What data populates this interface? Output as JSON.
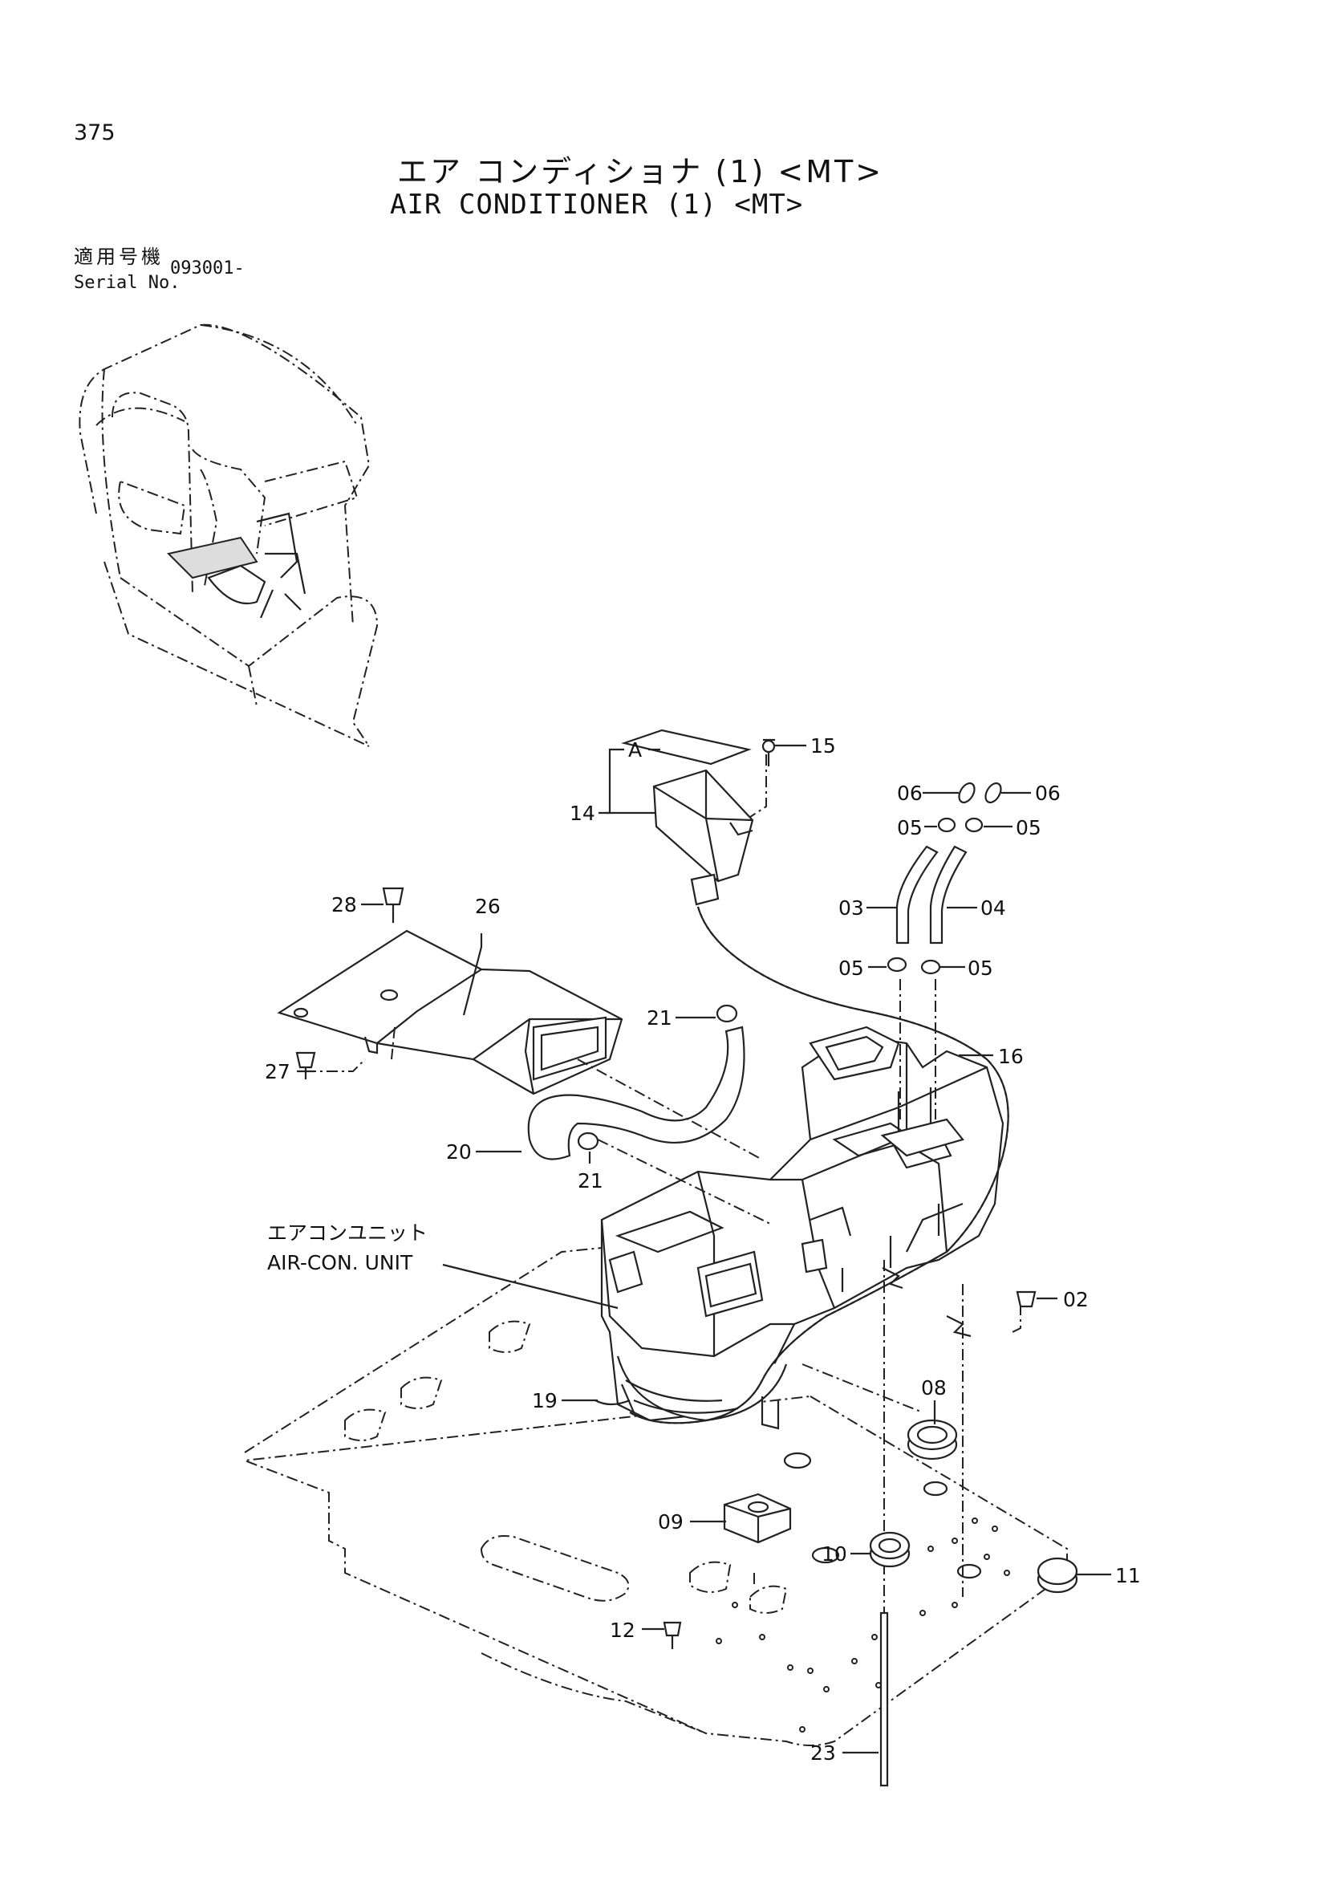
{
  "page": {
    "number": "375",
    "title_ja": "エア コンディショナ (1) <MT>",
    "title_en": "AIR CONDITIONER (1) <MT>",
    "serial_label_ja": "適用号機",
    "serial_label_en": "Serial No.",
    "serial_value": "093001-"
  },
  "diagram": {
    "unit_label_ja": "エアコンユニット",
    "unit_label_en": "AIR-CON. UNIT",
    "group_letter": "A",
    "callouts": [
      "02",
      "03",
      "04",
      "05",
      "05",
      "05",
      "05",
      "06",
      "06",
      "08",
      "09",
      "10",
      "11",
      "12",
      "14",
      "15",
      "16",
      "19",
      "20",
      "21",
      "21",
      "23",
      "26",
      "27",
      "28"
    ]
  }
}
